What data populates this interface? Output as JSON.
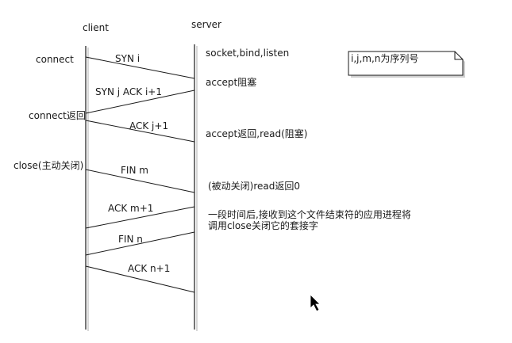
{
  "lifelines": {
    "client": "client",
    "server": "server"
  },
  "client_events": {
    "connect": "connect",
    "connect_return": "connect返回",
    "close": "close(主动关闭)"
  },
  "server_events": {
    "socket": "socket,bind,listen",
    "accept_block": "accept阻塞",
    "accept_return": "accept返回,read(阻塞)",
    "passive_close": "(被动关闭)read返回0",
    "later_line1": "一段时间后,接收到这个文件结束符的应用进程将",
    "later_line2": "调用close关闭它的套接字"
  },
  "messages": [
    {
      "label": "SYN i",
      "direction": "client-to-server"
    },
    {
      "label": "SYN j ACK i+1",
      "direction": "server-to-client"
    },
    {
      "label": "ACK j+1",
      "direction": "client-to-server"
    },
    {
      "label": "FIN m",
      "direction": "client-to-server"
    },
    {
      "label": "ACK m+1",
      "direction": "server-to-client"
    },
    {
      "label": "FIN n",
      "direction": "server-to-client"
    },
    {
      "label": "ACK n+1",
      "direction": "client-to-server"
    }
  ],
  "note": {
    "text": "i,j,m,n为序列号"
  },
  "colors": {
    "line": "#1a1a1a",
    "shadow": "#d8d8d8",
    "note_fill": "#ffffff"
  }
}
